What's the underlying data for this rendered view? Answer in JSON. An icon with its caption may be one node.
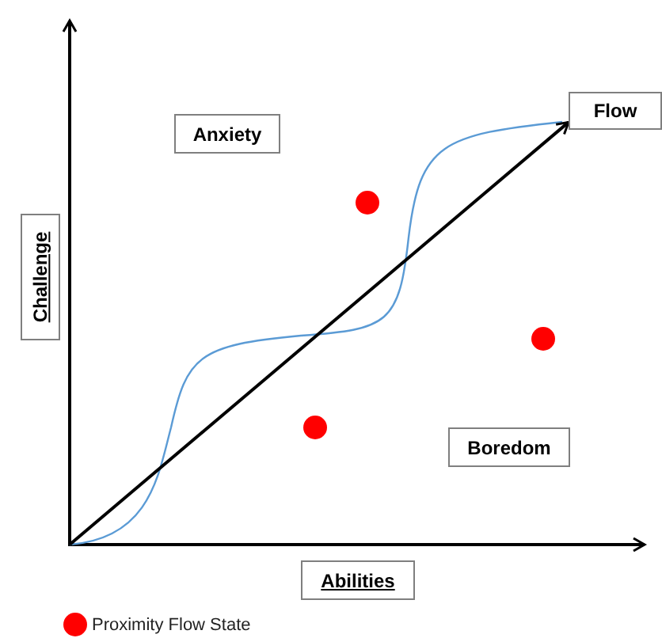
{
  "diagram": {
    "nodes": [
      {
        "text": [
          "Anxiety"
        ]
      },
      {
        "text": [
          "Flow"
        ]
      },
      {
        "text": [
          "Challenge"
        ]
      },
      {
        "text": [
          "Boredom"
        ]
      },
      {
        "text": [
          "Abilities"
        ]
      }
    ],
    "edges": [
      {
        "from": null,
        "to": 1,
        "arrow": "to"
      }
    ],
    "legend": [
      {
        "text": "Proximity Flow State",
        "color": "#ff0000"
      }
    ]
  }
}
